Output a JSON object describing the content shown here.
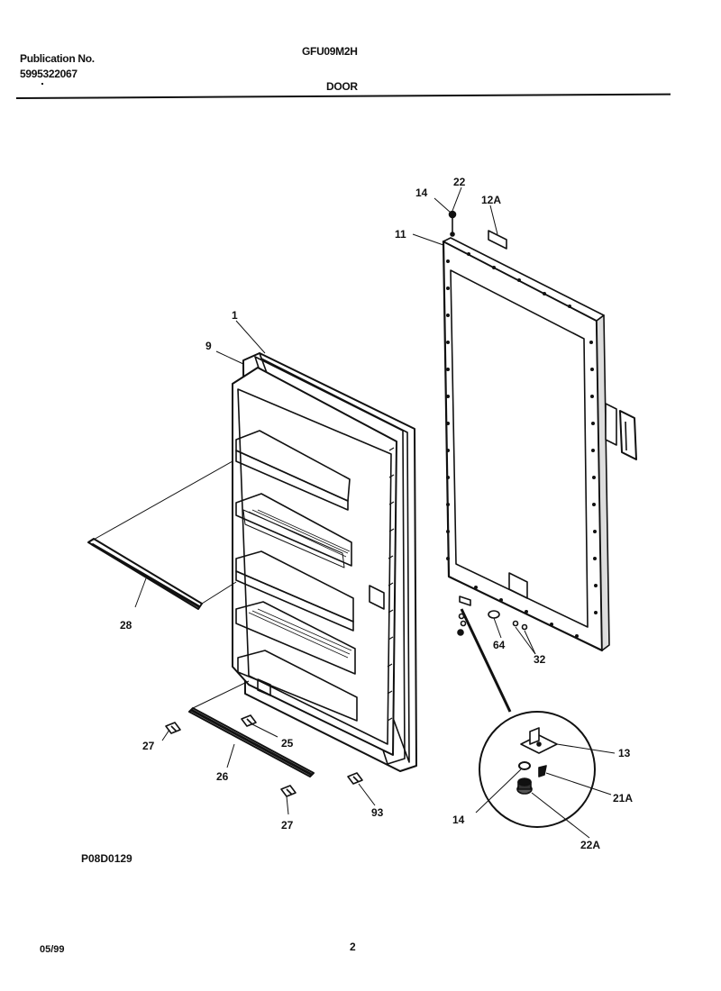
{
  "header": {
    "publication_label": "Publication No.",
    "publication_number": "5995322067",
    "model": "GFU09M2H",
    "section": "DOOR"
  },
  "diagram": {
    "code": "P08D0129",
    "callouts": [
      "1",
      "9",
      "28",
      "27",
      "25",
      "26",
      "27",
      "93",
      "14",
      "22",
      "12A",
      "11",
      "64",
      "32",
      "13",
      "14",
      "21A",
      "22A"
    ]
  },
  "footer": {
    "date": "05/99",
    "page": "2"
  }
}
